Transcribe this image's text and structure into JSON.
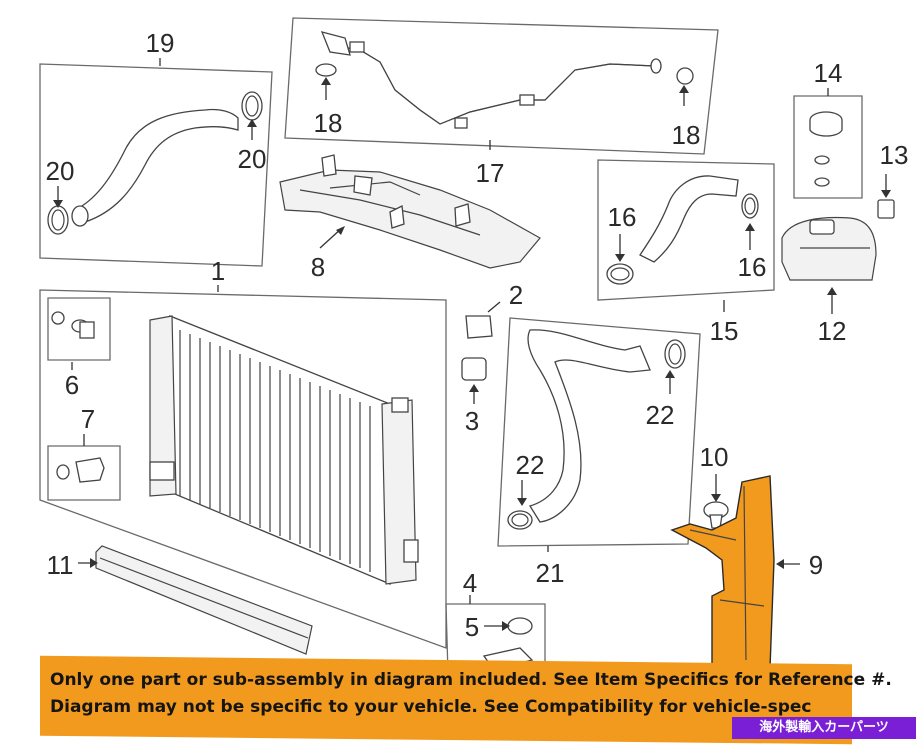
{
  "callouts": {
    "c1": "1",
    "c2": "2",
    "c3": "3",
    "c4": "4",
    "c5": "5",
    "c6": "6",
    "c7": "7",
    "c8": "8",
    "c9": "9",
    "c10": "10",
    "c11": "11",
    "c12": "12",
    "c13": "13",
    "c14": "14",
    "c15": "15",
    "c16a": "16",
    "c16b": "16",
    "c17": "17",
    "c18a": "18",
    "c18b": "18",
    "c19": "19",
    "c20a": "20",
    "c20b": "20",
    "c21": "21",
    "c22a": "22",
    "c22b": "22"
  },
  "banner": {
    "line1": "Only one part or sub-assembly in diagram included. See Item Specifics for Reference #.",
    "line2": "Diagram may not be specific to your vehicle. See Compatibility for vehicle-spec",
    "tag": "海外製輸入カーパーツ"
  },
  "colors": {
    "highlight": "#f29a1e",
    "banner": "#f29a1e",
    "tag": "#7b1fd6"
  }
}
